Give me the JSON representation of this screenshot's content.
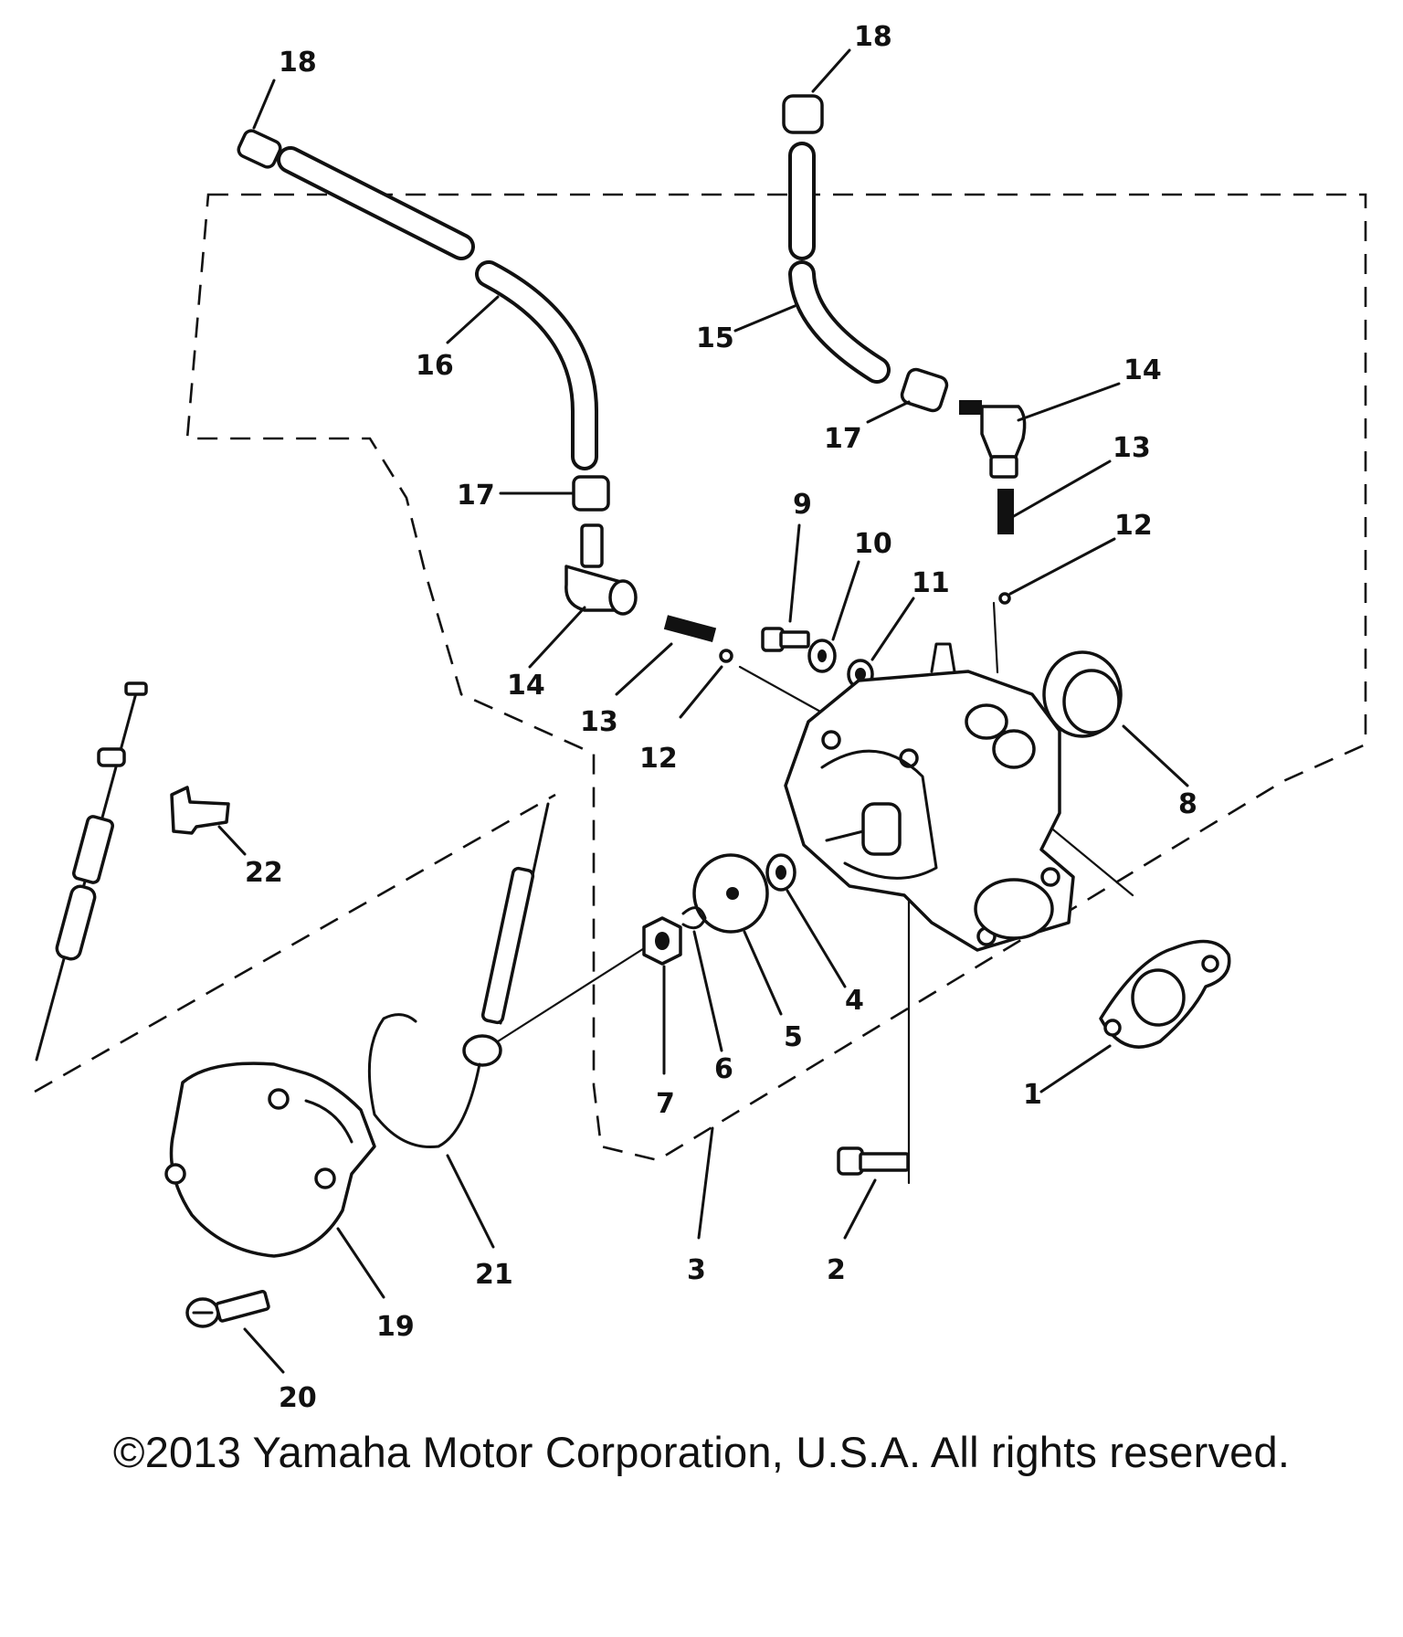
{
  "callouts": {
    "c1": "1",
    "c2": "2",
    "c3": "3",
    "c4": "4",
    "c5": "5",
    "c6": "6",
    "c7": "7",
    "c8": "8",
    "c9": "9",
    "c10": "10",
    "c11": "11",
    "c12a": "12",
    "c12b": "12",
    "c13a": "13",
    "c13b": "13",
    "c14a": "14",
    "c14b": "14",
    "c15": "15",
    "c16": "16",
    "c17a": "17",
    "c17b": "17",
    "c18a": "18",
    "c18b": "18",
    "c19": "19",
    "c20": "20",
    "c21": "21",
    "c22": "22"
  },
  "footer": {
    "copyright": "©2013 Yamaha Motor Corporation, U.S.A. All rights reserved."
  }
}
